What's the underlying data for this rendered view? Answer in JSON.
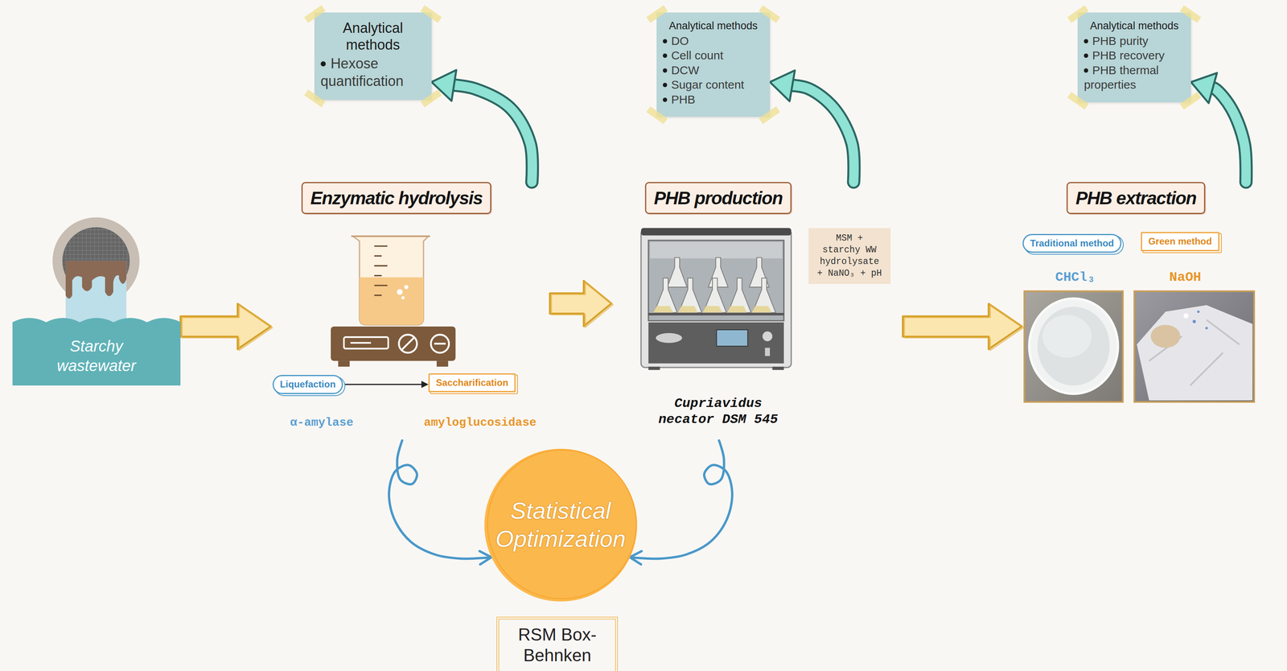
{
  "diagram": {
    "nodes": [
      {
        "text": [
          "Analytical methods",
          "Hexose quantification"
        ]
      },
      {
        "text": [
          "Analytical methods",
          "DO",
          "Cell count",
          "DCW",
          "Sugar content",
          "PHB"
        ]
      },
      {
        "text": [
          "Analytical methods",
          "PHB purity",
          "PHB recovery",
          "PHB thermal properties"
        ]
      },
      {
        "text": [
          "Enzymatic hydrolysis"
        ]
      },
      {
        "text": [
          "PHB production"
        ]
      },
      {
        "text": [
          "PHB extraction"
        ]
      },
      {
        "text": [
          "Starchy wastewater"
        ]
      },
      {
        "text": [
          "MSM + starchy WW hydrolysate + NaNO₃ + pH"
        ],
        "in": 4
      },
      {
        "text": [
          "Traditional method"
        ],
        "in": 5
      },
      {
        "text": [
          "Green method"
        ],
        "in": 5
      },
      {
        "text": [
          "Liquefaction"
        ],
        "in": 3
      },
      {
        "text": [
          "Saccharification"
        ],
        "in": 3
      },
      {
        "text": [
          "Statistical Optimization"
        ]
      },
      {
        "text": [
          "RSM Box-Behnken"
        ]
      }
    ],
    "edges": [
      {
        "from": 6,
        "to": 3,
        "arrow": "to"
      },
      {
        "from": 3,
        "to": 4,
        "arrow": "to"
      },
      {
        "from": 4,
        "to": 5,
        "arrow": "to"
      },
      {
        "from": 3,
        "to": 0,
        "arrow": "to"
      },
      {
        "from": 4,
        "to": 1,
        "arrow": "to"
      },
      {
        "from": 5,
        "to": 2,
        "arrow": "to"
      },
      {
        "from": 10,
        "to": 11,
        "arrow": "to"
      },
      {
        "from": 3,
        "to": 12,
        "arrow": "to"
      },
      {
        "from": 4,
        "to": 12,
        "arrow": "to"
      }
    ],
    "labels": [
      "α-amylase",
      "amyloglucosidase",
      "Cupriavidus necator DSM 545",
      "CHCl₃",
      "NaOH"
    ]
  }
}
